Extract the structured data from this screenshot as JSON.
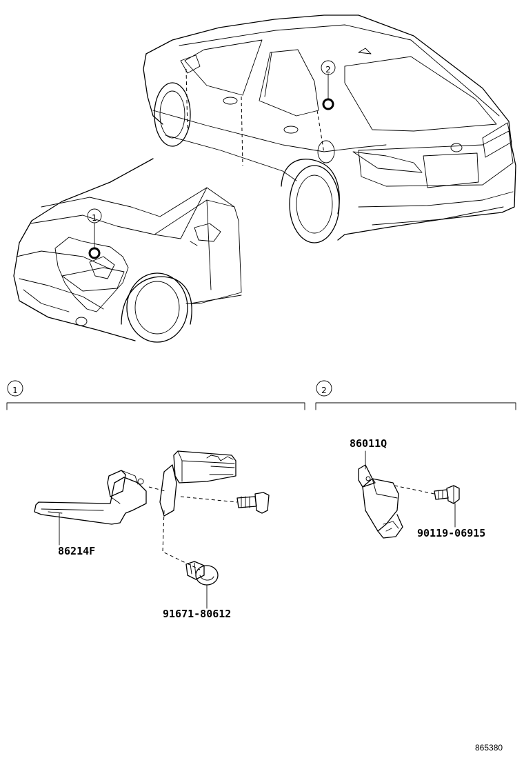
{
  "diagram": {
    "reference_number": "865380",
    "locations": [
      {
        "callout": "1"
      },
      {
        "callout": "2"
      }
    ],
    "sections": [
      {
        "callout": "1",
        "parts": [
          {
            "part_number": "86214F"
          },
          {
            "part_number": "91671-80612"
          }
        ]
      },
      {
        "callout": "2",
        "parts": [
          {
            "part_number": "86011Q"
          },
          {
            "part_number": "90119-06915"
          }
        ]
      }
    ]
  }
}
